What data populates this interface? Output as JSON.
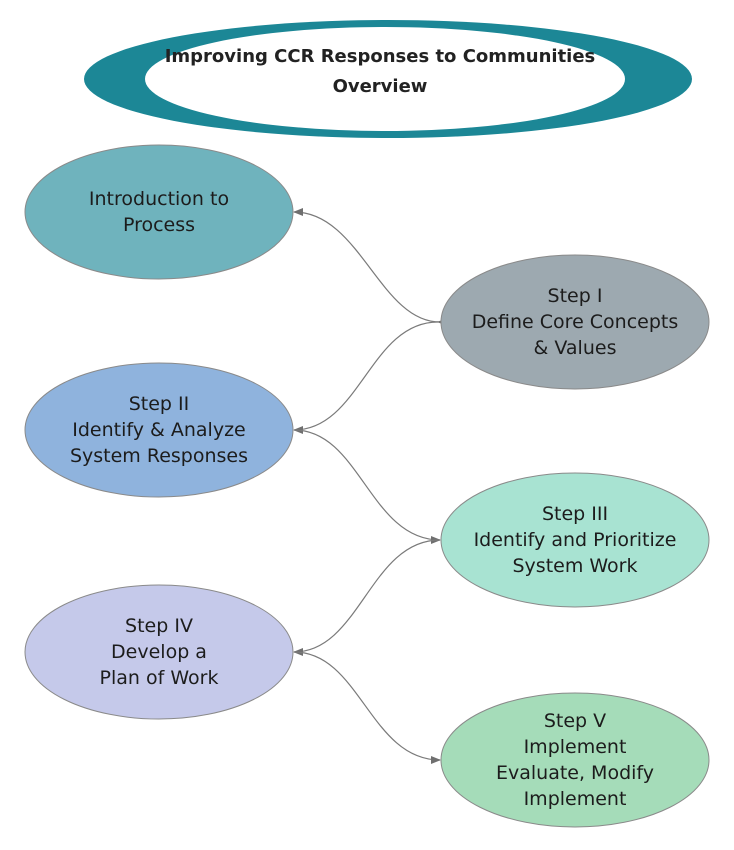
{
  "header": {
    "title_line1": "Improving CCR Responses to Communities",
    "title_line2": "Overview"
  },
  "nodes": [
    {
      "id": "intro",
      "lines": [
        "Introduction to",
        "Process"
      ],
      "color": "#6fb3bd"
    },
    {
      "id": "step1",
      "lines": [
        "Step I",
        "Define Core Concepts",
        "& Values"
      ],
      "color": "#9da9b0"
    },
    {
      "id": "step2",
      "lines": [
        "Step II",
        "Identify & Analyze",
        "System Responses"
      ],
      "color": "#8fb3dd"
    },
    {
      "id": "step3",
      "lines": [
        "Step III",
        "Identify and Prioritize",
        "System Work"
      ],
      "color": "#a8e3d2"
    },
    {
      "id": "step4",
      "lines": [
        "Step IV",
        "Develop a",
        "Plan of Work"
      ],
      "color": "#c5c9ea"
    },
    {
      "id": "step5",
      "lines": [
        "Step V",
        "Implement",
        "Evaluate, Modify",
        "Implement"
      ],
      "color": "#a5dcb9"
    }
  ],
  "edges": [
    {
      "from": "step1",
      "to": "intro"
    },
    {
      "from": "step1",
      "to": "step2"
    },
    {
      "from": "step2",
      "to": "step3"
    },
    {
      "from": "step3",
      "to": "step4"
    },
    {
      "from": "step4",
      "to": "step5"
    }
  ],
  "colors": {
    "banner_outer": "#1c8796",
    "banner_inner": "#ffffff",
    "ellipse_stroke": "#8a8a8a",
    "arrow": "#6f6f6f"
  }
}
